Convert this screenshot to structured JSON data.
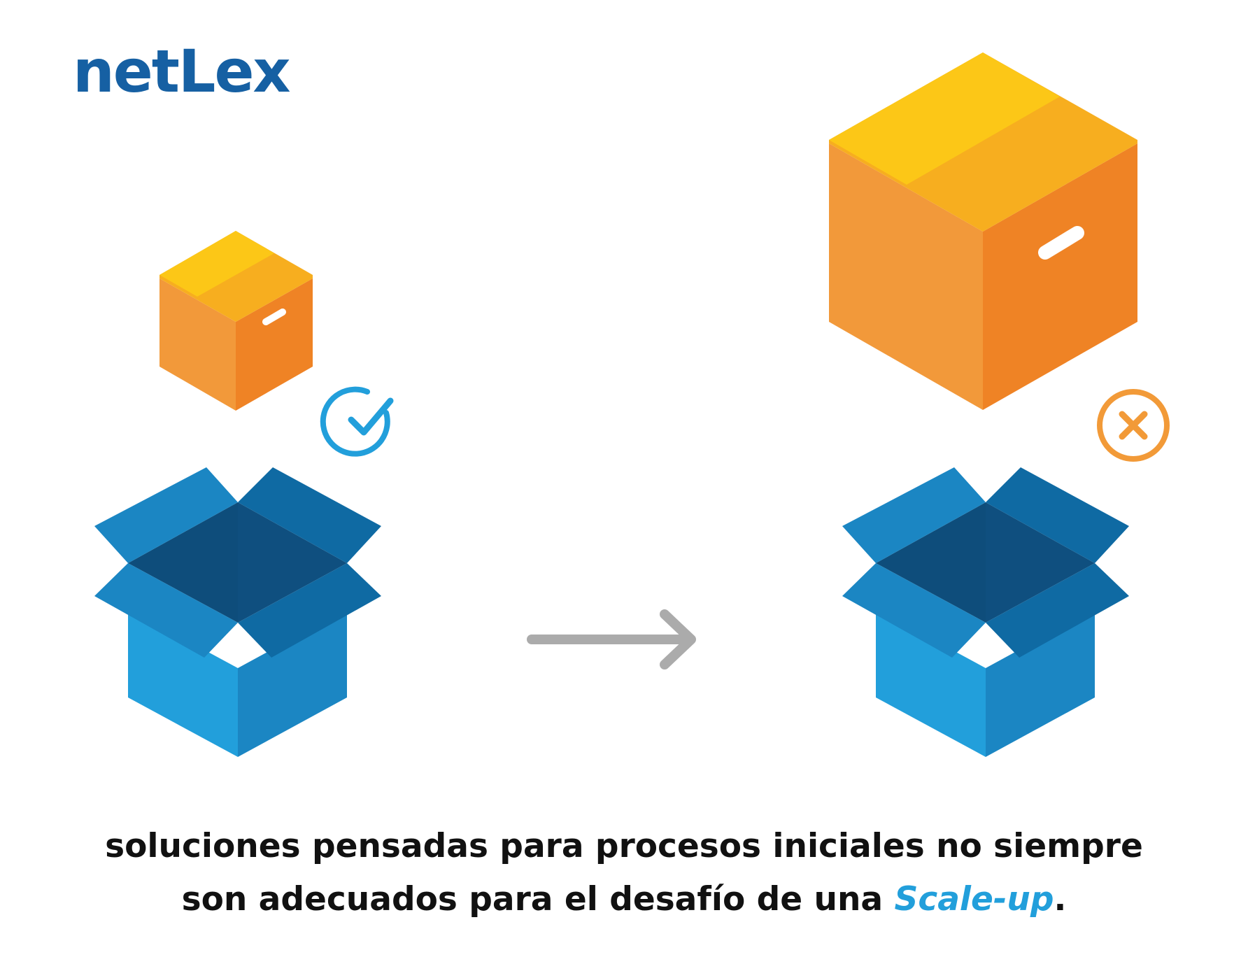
{
  "brand": {
    "logo_text": "netLex",
    "color": "#1660a3"
  },
  "diagram": {
    "left_small_box": {
      "icon": "cardboard-box-icon",
      "status": "fits"
    },
    "left_status_icon": {
      "icon": "check-circle-icon",
      "color": "#229fdb"
    },
    "left_open_box": {
      "icon": "open-box-icon"
    },
    "arrow": {
      "icon": "arrow-right-icon",
      "color": "#ababab"
    },
    "right_large_box": {
      "icon": "cardboard-box-icon",
      "status": "does-not-fit"
    },
    "right_status_icon": {
      "icon": "x-circle-icon",
      "color": "#f29a38"
    },
    "right_open_box": {
      "icon": "open-box-icon"
    }
  },
  "caption": {
    "line1": "soluciones pensadas para procesos iniciales no siempre",
    "line2_prefix": "son adecuados para el desafío de una ",
    "line2_highlight": "Scale-up",
    "line2_suffix": "."
  },
  "colors": {
    "box_top_light": "#fcc717",
    "box_top_dark": "#f7ae1f",
    "box_left": "#f2993a",
    "box_right": "#ef8325",
    "blue_light": "#229fdb",
    "blue_mid": "#1b86c3",
    "blue_dark": "#0f6aa3",
    "blue_inner": "#0e4d7b",
    "accent_blue": "#229fdb",
    "accent_orange": "#f29a38"
  }
}
